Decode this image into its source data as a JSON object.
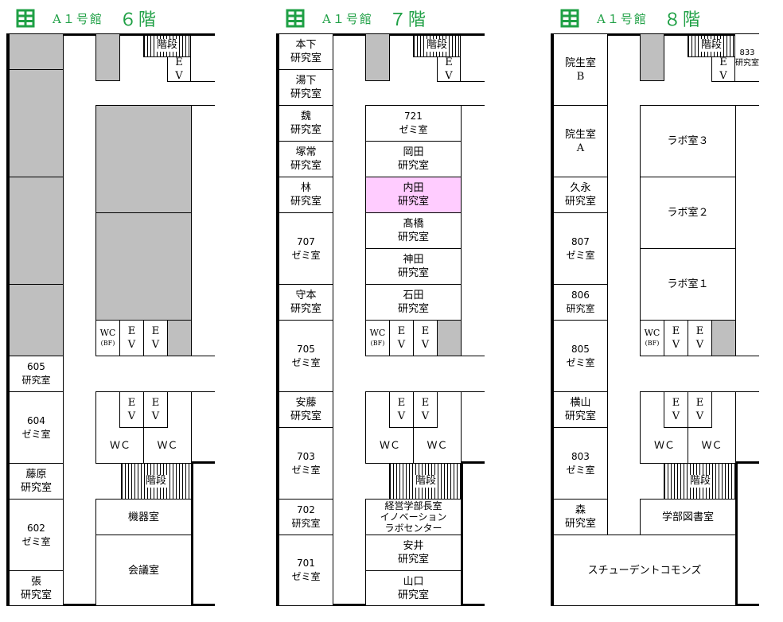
{
  "building": "A１号館",
  "floors": {
    "f6": {
      "floor_label": "６階",
      "stairs_top": "階段",
      "ev": "E\nV",
      "wc_small": "WC",
      "wc_small_sub": "(BF)",
      "r605": "605\n研究室",
      "r604": "604\nゼミ室",
      "fujiwara": "藤原\n研究室",
      "r602": "602\nゼミ室",
      "zhang": "張\n研究室",
      "wc1": "ＷＣ",
      "wc2": "ＷＣ",
      "stairs_bottom": "階段",
      "kiki": "機器室",
      "kaigi": "会議室"
    },
    "f7": {
      "floor_label": "７階",
      "stairs_top": "階段",
      "ev": "E\nV",
      "motoshita": "本下\n研究室",
      "yushita": "湯下\n研究室",
      "gi": "魏\n研究室",
      "tsukatsune": "塚常\n研究室",
      "hayashi": "林\n研究室",
      "r707": "707\nゼミ室",
      "morimoto": "守本\n研究室",
      "r705": "705\nゼミ室",
      "ando": "安藤\n研究室",
      "r703": "703\nゼミ室",
      "r702": "702\n研究室",
      "r701": "701\nゼミ室",
      "r721": "721\nゼミ室",
      "okada": "岡田\n研究室",
      "uchida": "内田\n研究室",
      "takahashi": "髙橋\n研究室",
      "kanda": "神田\n研究室",
      "ishida": "石田\n研究室",
      "wc_small": "WC",
      "wc_small_sub": "(BF)",
      "wc1": "ＷＣ",
      "wc2": "ＷＣ",
      "stairs_bottom": "階段",
      "keiei": "経営学部長室\nイノベーション\nラボセンター",
      "yasui": "安井\n研究室",
      "yamaguchi": "山口\n研究室"
    },
    "f8": {
      "floor_label": "８階",
      "stairs_top": "階段",
      "ev": "E\nV",
      "r833": "833\n研究室",
      "inseiB": "院生室\nB",
      "inseiA": "院生室\nA",
      "hisanaga": "久永\n研究室",
      "r807": "807\nゼミ室",
      "r806": "806\n研究室",
      "r805": "805\nゼミ室",
      "yokoyama": "横山\n研究室",
      "r803": "803\nゼミ室",
      "mori": "森\n研究室",
      "lab3": "ラボ室３",
      "lab2": "ラボ室２",
      "lab1": "ラボ室１",
      "wc_small": "WC",
      "wc_small_sub": "(BF)",
      "wc1": "ＷＣ",
      "wc2": "ＷＣ",
      "stairs_bottom": "階段",
      "library": "学部図書室",
      "commons": "スチューデントコモンズ"
    }
  },
  "colors": {
    "header_green": "#1fa045",
    "storage_gray": "#bfbfbf",
    "highlight_pink": "#ffccff"
  },
  "icons": {
    "building": "building-icon"
  }
}
